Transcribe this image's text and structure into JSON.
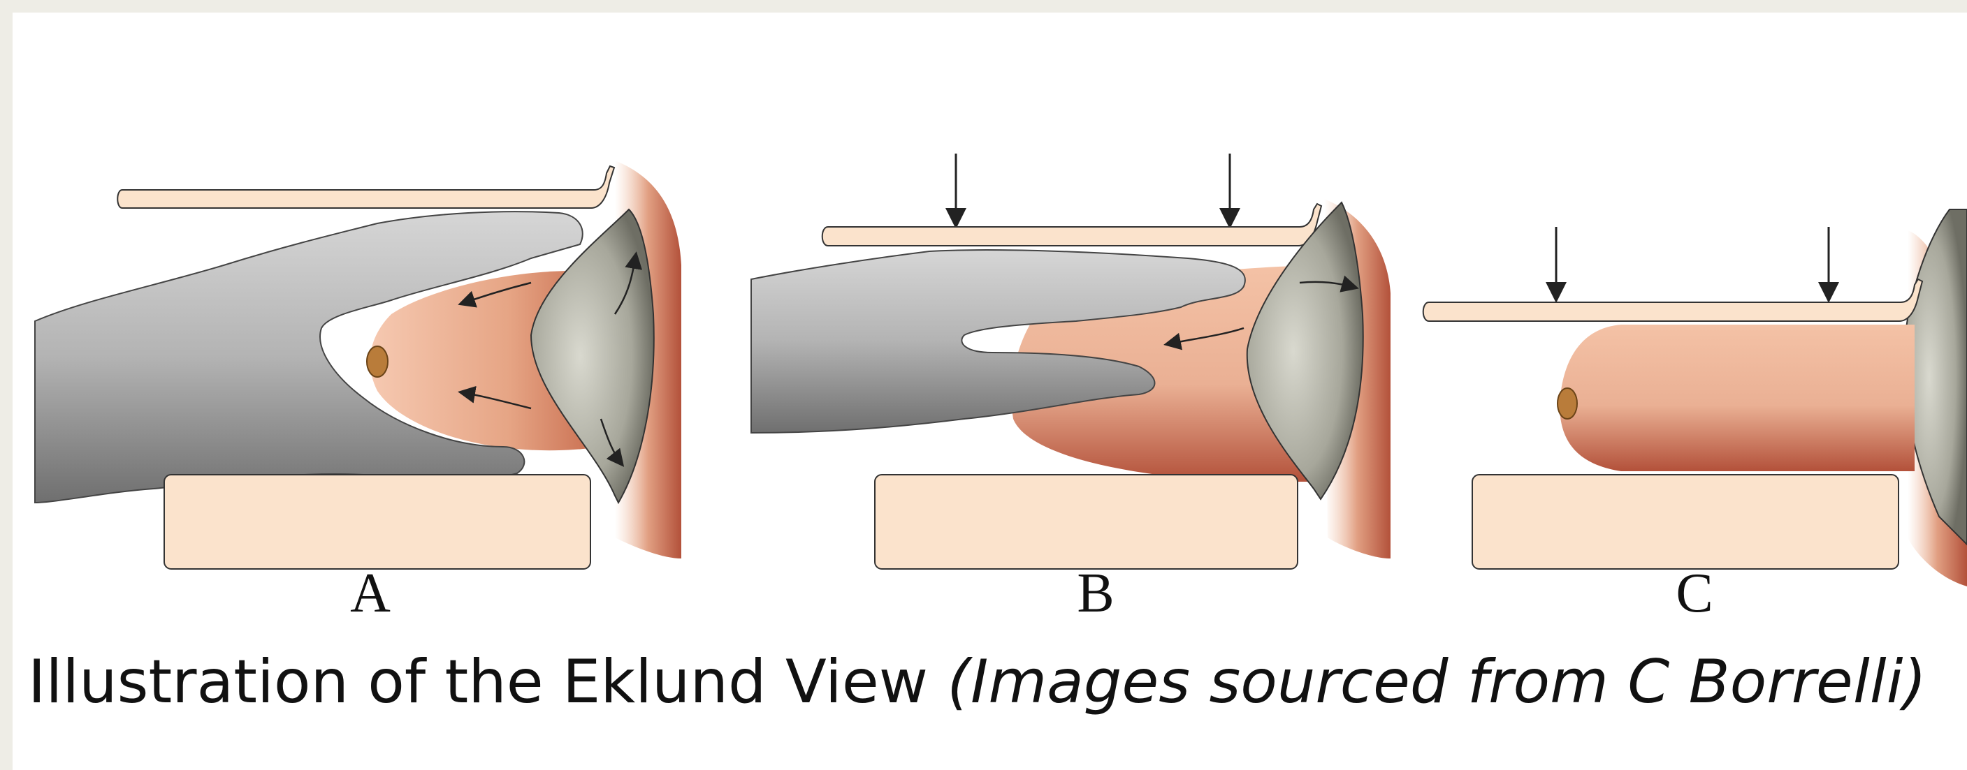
{
  "panels": [
    {
      "label": "A"
    },
    {
      "label": "B"
    },
    {
      "label": "C"
    }
  ],
  "caption": {
    "main": "Illustration of the Eklund View",
    "credit": "(Images sourced from C Borrelli)"
  },
  "colors": {
    "frame": "#eeede6",
    "plate": "#fbe3cc",
    "hand": "#a8a8a8",
    "breast": "#e6a585",
    "breast_dark": "#b3513a",
    "implant": "#9c9c90",
    "nipple": "#b97c3a"
  }
}
